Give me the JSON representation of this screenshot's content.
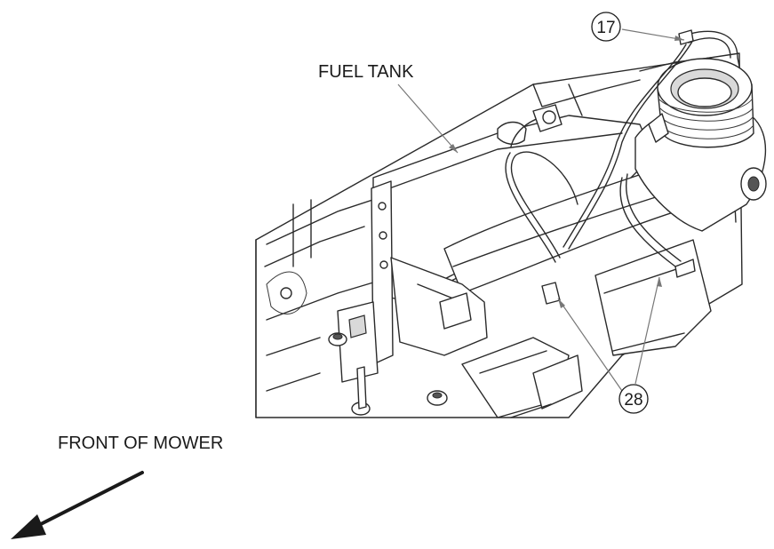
{
  "labels": {
    "fuel_tank": "FUEL TANK",
    "front_of_mower": "FRONT OF MOWER"
  },
  "callouts": {
    "item_17": "17",
    "item_28": "28"
  },
  "icons": {
    "direction_arrow": "arrow-down-left-icon"
  },
  "colors": {
    "line": "#2a2a2a",
    "leader": "#777777",
    "background": "#ffffff"
  }
}
